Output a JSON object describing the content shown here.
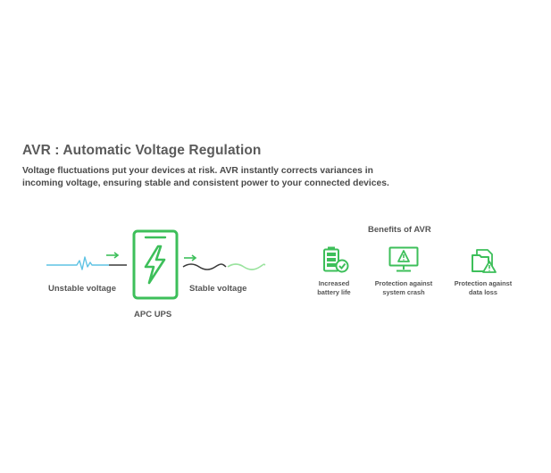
{
  "heading": {
    "title": "AVR : Automatic Voltage Regulation",
    "description": "Voltage fluctuations put your devices at risk. AVR instantly corrects variances in incoming voltage, ensuring stable and consistent power to your connected devices."
  },
  "flow": {
    "input_label": "Unstable voltage",
    "device_label": "APC UPS",
    "output_label": "Stable voltage"
  },
  "benefits": {
    "title": "Benefits of AVR",
    "items": [
      {
        "label_line1": "Increased",
        "label_line2": "battery life",
        "icon": "battery-check-icon"
      },
      {
        "label_line1": "Protection against",
        "label_line2": "system crash",
        "icon": "monitor-warning-icon"
      },
      {
        "label_line1": "Protection against",
        "label_line2": "data loss",
        "icon": "folder-warning-icon"
      }
    ]
  },
  "colors": {
    "accent_green": "#3dbf5a",
    "light_green": "#9be39f",
    "wave_blue": "#5fc3e4",
    "text_gray": "#555555"
  }
}
